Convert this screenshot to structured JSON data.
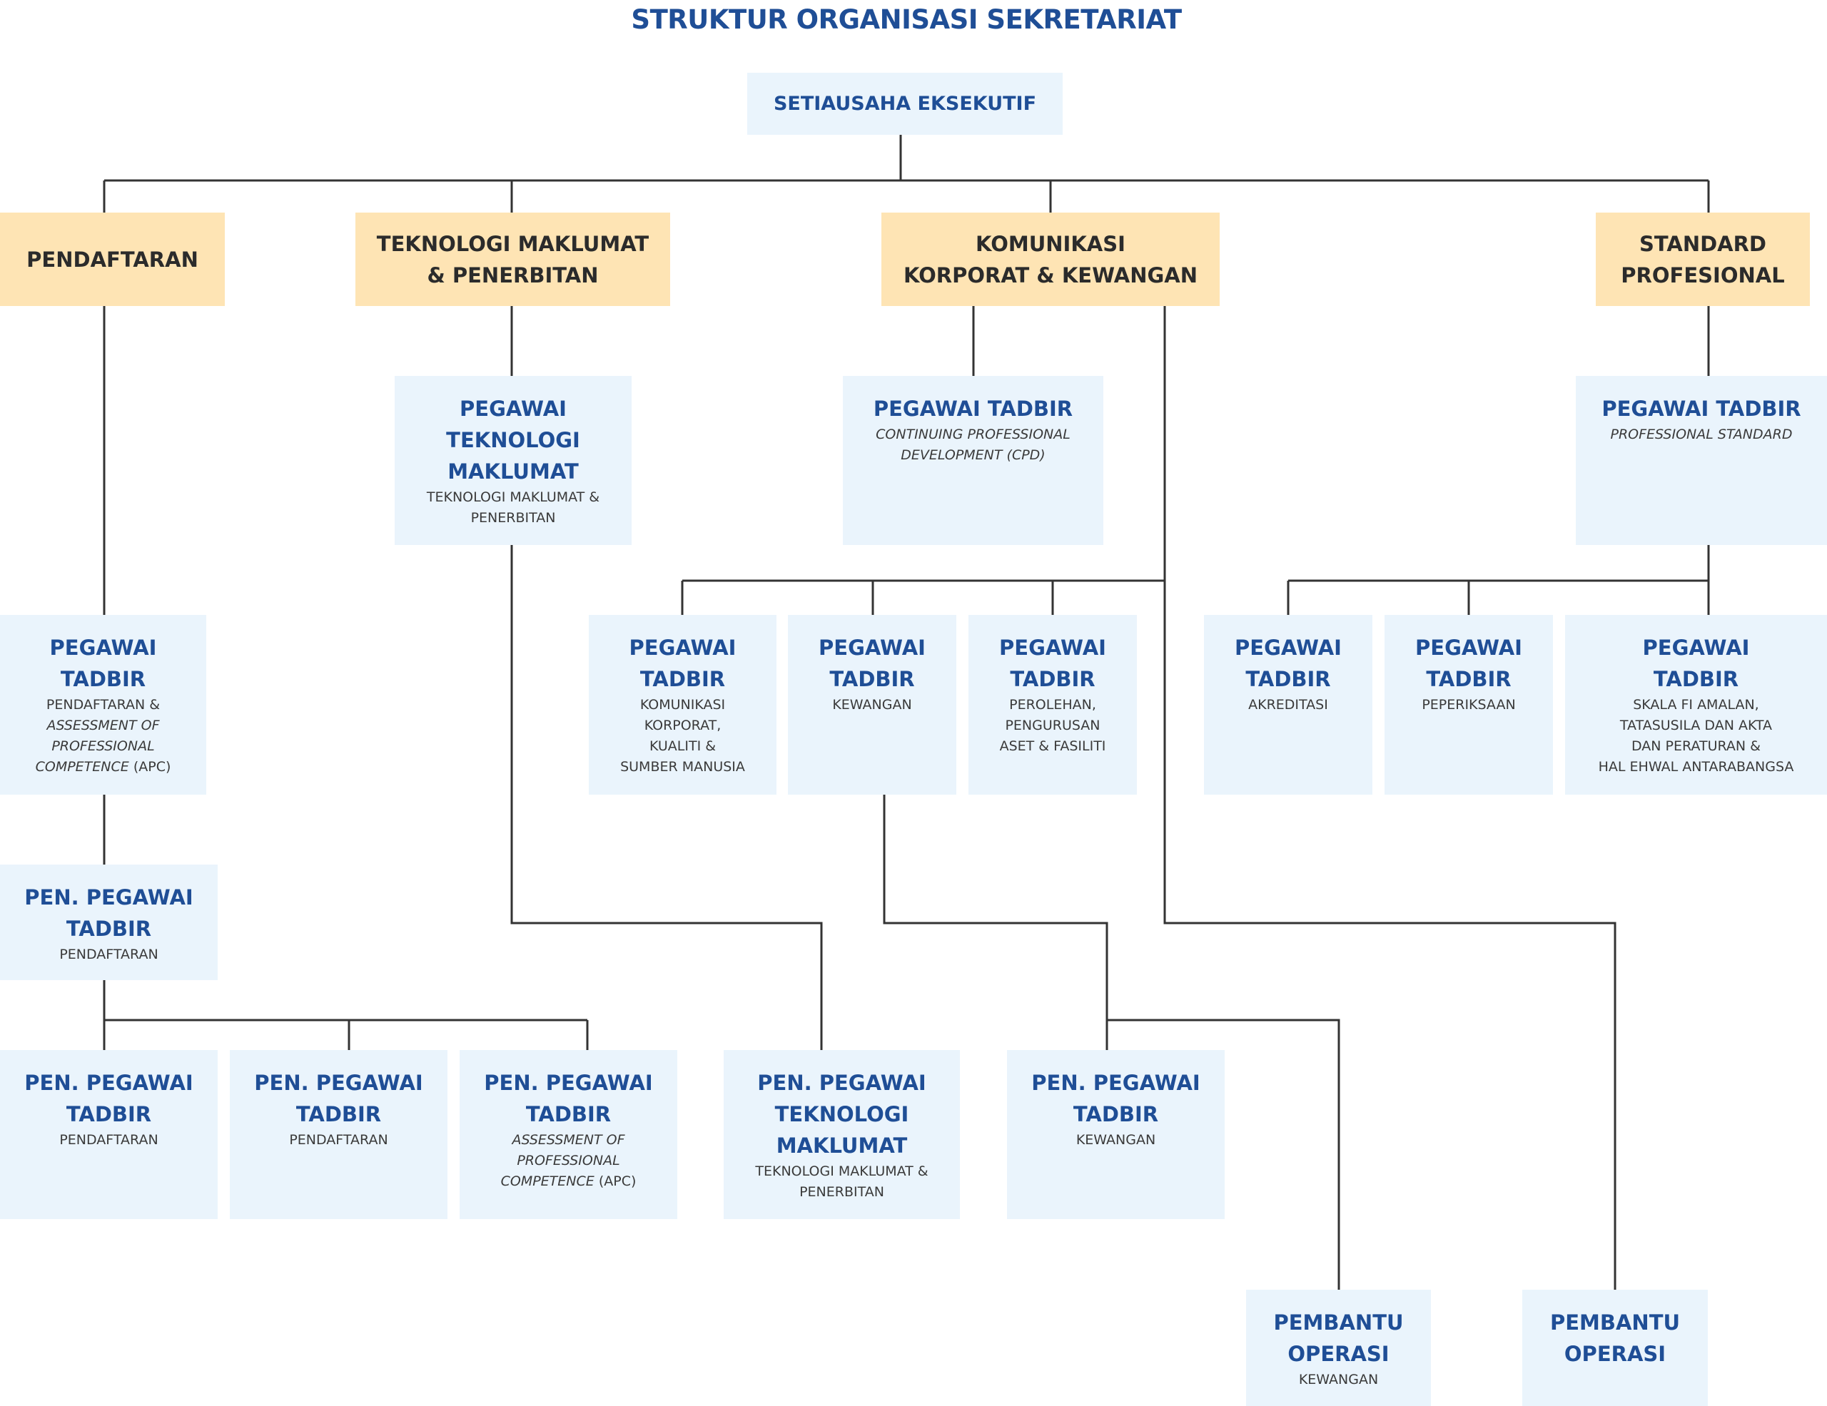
{
  "title": "STRUKTUR ORGANISASI SEKRETARIAT",
  "colors": {
    "title": "#1f4e96",
    "role_box": "#eaf4fc",
    "division_box": "#fee4b4",
    "connector": "#333333"
  },
  "nodes": {
    "setiausaha": {
      "title": "SETIAUSAHA EKSEKUTIF"
    },
    "div_pendaftaran": {
      "title": "PENDAFTARAN"
    },
    "div_tm": {
      "title": "TEKNOLOGI MAKLUMAT\n& PENERBITAN"
    },
    "div_kkk": {
      "title": "KOMUNIKASI\nKORPORAT & KEWANGAN"
    },
    "div_sp": {
      "title": "STANDARD\nPROFESIONAL"
    },
    "pt_tm": {
      "title": "PEGAWAI\nTEKNOLOGI\nMAKLUMAT",
      "sub": [
        "TEKNOLOGI MAKLUMAT &",
        "PENERBITAN"
      ]
    },
    "pt_cpd": {
      "title": "PEGAWAI TADBIR",
      "sub": [
        "CONTINUING PROFESSIONAL",
        "DEVELOPMENT (CPD)"
      ]
    },
    "pt_ps": {
      "title": "PEGAWAI TADBIR",
      "sub": [
        "PROFESSIONAL STANDARD"
      ]
    },
    "pt_apc": {
      "title": "PEGAWAI\nTADBIR",
      "sub": [
        "PENDAFTARAN &",
        "ASSESSMENT OF",
        "PROFESSIONAL",
        "COMPETENCE",
        "(APC)"
      ]
    },
    "pt_kom": {
      "title": "PEGAWAI\nTADBIR",
      "sub": [
        "KOMUNIKASI",
        "KORPORAT,",
        "KUALITI &",
        "SUMBER MANUSIA"
      ]
    },
    "pt_kew": {
      "title": "PEGAWAI\nTADBIR",
      "sub": [
        "KEWANGAN"
      ]
    },
    "pt_aset": {
      "title": "PEGAWAI\nTADBIR",
      "sub": [
        "PEROLEHAN,",
        "PENGURUSAN",
        "ASET & FASILITI"
      ]
    },
    "pt_akr": {
      "title": "PEGAWAI\nTADBIR",
      "sub": [
        "AKREDITASI"
      ]
    },
    "pt_pep": {
      "title": "PEGAWAI\nTADBIR",
      "sub": [
        "PEPERIKSAAN"
      ]
    },
    "pt_skala": {
      "title": "PEGAWAI\nTADBIR",
      "sub": [
        "SKALA FI AMALAN,",
        "TATASUSILA DAN AKTA",
        "DAN PERATURAN &",
        "HAL EHWAL ANTARABANGSA"
      ]
    },
    "ppt_pend_mid": {
      "title": "PEN. PEGAWAI\nTADBIR",
      "sub": [
        "PENDAFTARAN"
      ]
    },
    "ppt_pend1": {
      "title": "PEN. PEGAWAI\nTADBIR",
      "sub": [
        "PENDAFTARAN"
      ]
    },
    "ppt_pend2": {
      "title": "PEN. PEGAWAI\nTADBIR",
      "sub": [
        "PENDAFTARAN"
      ]
    },
    "ppt_apc": {
      "title": "PEN. PEGAWAI\nTADBIR",
      "sub": [
        "ASSESSMENT OF",
        "PROFESSIONAL",
        "COMPETENCE",
        "(APC)"
      ]
    },
    "ppt_tm": {
      "title": "PEN. PEGAWAI\nTEKNOLOGI\nMAKLUMAT",
      "sub": [
        "TEKNOLOGI MAKLUMAT &",
        "PENERBITAN"
      ]
    },
    "ppt_kew": {
      "title": "PEN. PEGAWAI\nTADBIR",
      "sub": [
        "KEWANGAN"
      ]
    },
    "po_kew": {
      "title": "PEMBANTU\nOPERASI",
      "sub": [
        "KEWANGAN"
      ]
    },
    "po": {
      "title": "PEMBANTU\nOPERASI"
    }
  }
}
